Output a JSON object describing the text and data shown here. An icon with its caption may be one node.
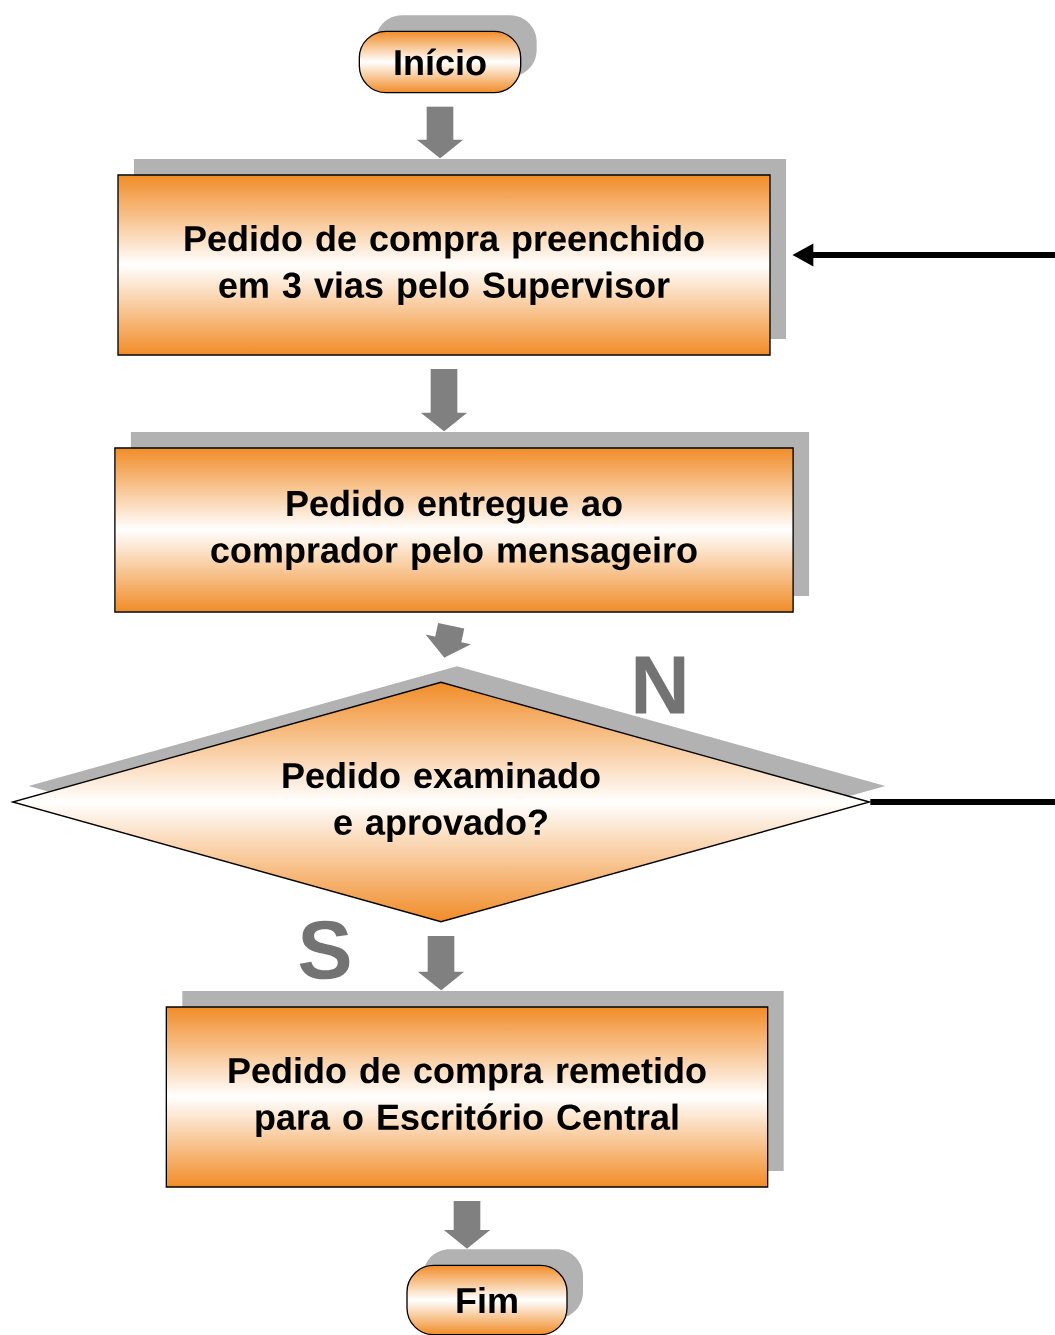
{
  "diagram": {
    "nodes": [
      {
        "text": [
          "Início"
        ]
      },
      {
        "text": [
          "Pedido de compra preenchido em 3 vias pelo Supervisor"
        ]
      },
      {
        "text": [
          "Pedido entregue ao comprador pelo mensageiro"
        ]
      },
      {
        "text": [
          "Pedido examinado e aprovado?"
        ]
      },
      {
        "text": [
          "Pedido de compra remetido para o Escritório Central"
        ]
      },
      {
        "text": [
          "Fim"
        ]
      }
    ],
    "edges": [
      {
        "from": 0,
        "to": 1,
        "arrow": "to"
      },
      {
        "from": 1,
        "to": 2,
        "arrow": "to"
      },
      {
        "from": 2,
        "to": 3,
        "arrow": "to"
      },
      {
        "from": 3,
        "to": 4,
        "arrow": "to",
        "label": "S"
      },
      {
        "from": 3,
        "to": 1,
        "arrow": "to",
        "label": "N",
        "color": "#000000"
      },
      {
        "from": 4,
        "to": 5,
        "arrow": "to"
      }
    ]
  }
}
